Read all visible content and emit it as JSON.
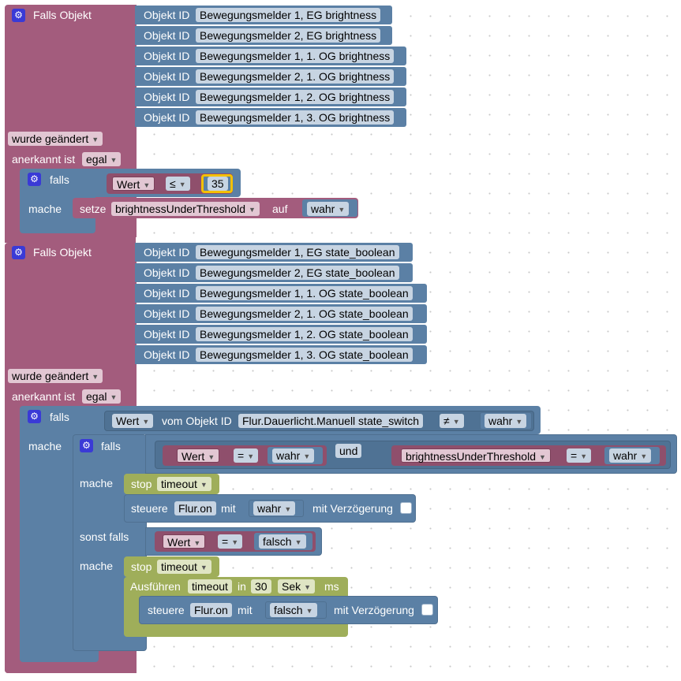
{
  "colors": {
    "logic": "#5b80a5",
    "event": "#a35c7d",
    "timer": "#9fae5a",
    "highlight": "#f3c000"
  },
  "block1": {
    "header": "Falls Objekt",
    "objects": [
      "Bewegungsmelder 1, EG brightness",
      "Bewegungsmelder 2, EG brightness",
      "Bewegungsmelder 1, 1. OG brightness",
      "Bewegungsmelder 2, 1. OG brightness",
      "Bewegungsmelder 1, 2. OG brightness",
      "Bewegungsmelder 1, 3. OG brightness"
    ],
    "trigger": "wurde geändert",
    "ack_label": "anerkannt ist",
    "ack_value": "egal",
    "if_label": "falls",
    "do_label": "mache",
    "cond_var": "Wert",
    "cond_op": "≤",
    "cond_num": "35",
    "set_label": "setze",
    "set_var": "brightnessUnderThreshold",
    "to_label": "auf",
    "set_value": "wahr"
  },
  "block2": {
    "header": "Falls Objekt",
    "objects": [
      "Bewegungsmelder 1, EG state_boolean",
      "Bewegungsmelder 2, EG state_boolean",
      "Bewegungsmelder 1, 1. OG state_boolean",
      "Bewegungsmelder 2, 1. OG state_boolean",
      "Bewegungsmelder 1, 2. OG state_boolean",
      "Bewegungsmelder 1, 3. OG state_boolean"
    ],
    "trigger": "wurde geändert",
    "ack_label": "anerkannt ist",
    "ack_value": "egal",
    "outer_if": {
      "label": "falls",
      "var": "Wert",
      "from_label": "vom Objekt ID",
      "object": "Flur.Dauerlicht.Manuell state_switch",
      "op": "≠",
      "value": "wahr"
    },
    "do_label": "mache",
    "inner_if": {
      "label": "falls",
      "var1": "Wert",
      "op1": "=",
      "val1": "wahr",
      "and_label": "und",
      "var2": "brightnessUnderThreshold",
      "op2": "=",
      "val2": "wahr"
    },
    "do1": {
      "stop_label": "stop",
      "timer": "timeout",
      "control_label": "steuere",
      "target": "Flur.on",
      "with_label": "mit",
      "value": "wahr",
      "delay_label": "mit Verzögerung"
    },
    "elseif": {
      "label": "sonst falls",
      "var": "Wert",
      "op": "=",
      "value": "falsch"
    },
    "do2": {
      "stop_label": "stop",
      "timer": "timeout",
      "exec_label": "Ausführen",
      "exec_timer": "timeout",
      "in_label": "in",
      "delay": "30",
      "unit": "Sek",
      "ms_label": "ms",
      "control_label": "steuere",
      "target": "Flur.on",
      "with_label": "mit",
      "value": "falsch",
      "delay_label": "mit Verzögerung"
    }
  },
  "labels": {
    "objekt_id": "Objekt ID"
  }
}
